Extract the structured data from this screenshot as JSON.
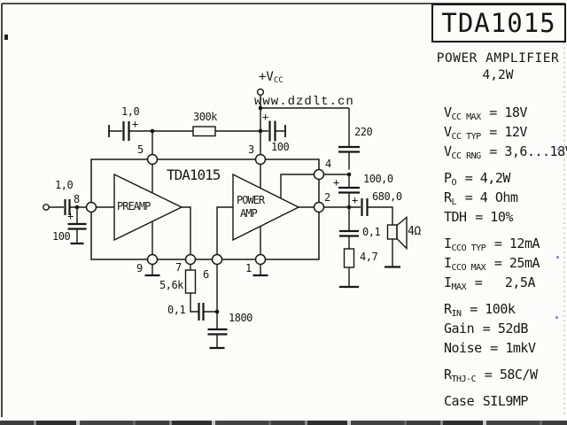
{
  "frame": {
    "title": "TDA1015"
  },
  "panel": {
    "heading1": "POWER AMPLIFIER",
    "heading2": "4,2W",
    "specs": [
      {
        "s": "V",
        "sub": "CC MAX",
        "v": "= 18V"
      },
      {
        "s": "V",
        "sub": "CC TYP",
        "v": "= 12V"
      },
      {
        "s": "V",
        "sub": "CC RNG",
        "v": "= 3,6...18V"
      },
      {
        "s": "P",
        "sub": "O",
        "v": "= 4,2W"
      },
      {
        "s": "R",
        "sub": "L",
        "v": "= 4 Ohm"
      },
      {
        "s": "TDH",
        "sub": "",
        "v": "= 10%"
      },
      {
        "s": "I",
        "sub": "CCO TYP",
        "v": "= 12mA"
      },
      {
        "s": "I",
        "sub": "CCO MAX",
        "v": "= 25mA"
      },
      {
        "s": "I",
        "sub": "MAX",
        "v": "=   2,5A"
      },
      {
        "s": "R",
        "sub": "IN",
        "v": "= 100k"
      },
      {
        "s": "Gain",
        "sub": "",
        "v": "= 52dB"
      },
      {
        "s": "Noise",
        "sub": "",
        "v": "= 1mkV"
      },
      {
        "s": "R",
        "sub": "THJ-C",
        "v": "= 58C/W"
      },
      {
        "s": "Case",
        "sub": "",
        "v": "SIL9MP"
      }
    ]
  },
  "schematic": {
    "ic": {
      "name": "TDA1015",
      "preamp": "PREAMP",
      "poweramp_line1": "POWER",
      "poweramp_line2": "AMP"
    },
    "pins": {
      "p1": "1",
      "p2": "2",
      "p3": "3",
      "p4": "4",
      "p5": "5",
      "p6": "6",
      "p7": "7",
      "p8": "8",
      "p9": "9"
    },
    "values": {
      "ripple_cap": "1,0",
      "feedback_res": "300k",
      "vcc_cap": "100",
      "bootstrap_top_cap": "220",
      "bootstrap_cap": "100,0",
      "output_cap": "680,0",
      "zobel_cap": "0,1",
      "zobel_res": "4,7",
      "input_cap": "1,0",
      "input_shunt_cap": "100",
      "pin7_res": "5,6k",
      "pin7_cap": "0,1",
      "pin6_cap": "1800",
      "speaker_impedance": "4Ω"
    },
    "plus": "+",
    "vcc": {
      "main": "+V",
      "sub": "CC"
    },
    "watermark": "www.dzdlt.cn"
  },
  "colors": {
    "ink": "#161616",
    "background": "#fcfcfa",
    "watermark": "#141414"
  }
}
